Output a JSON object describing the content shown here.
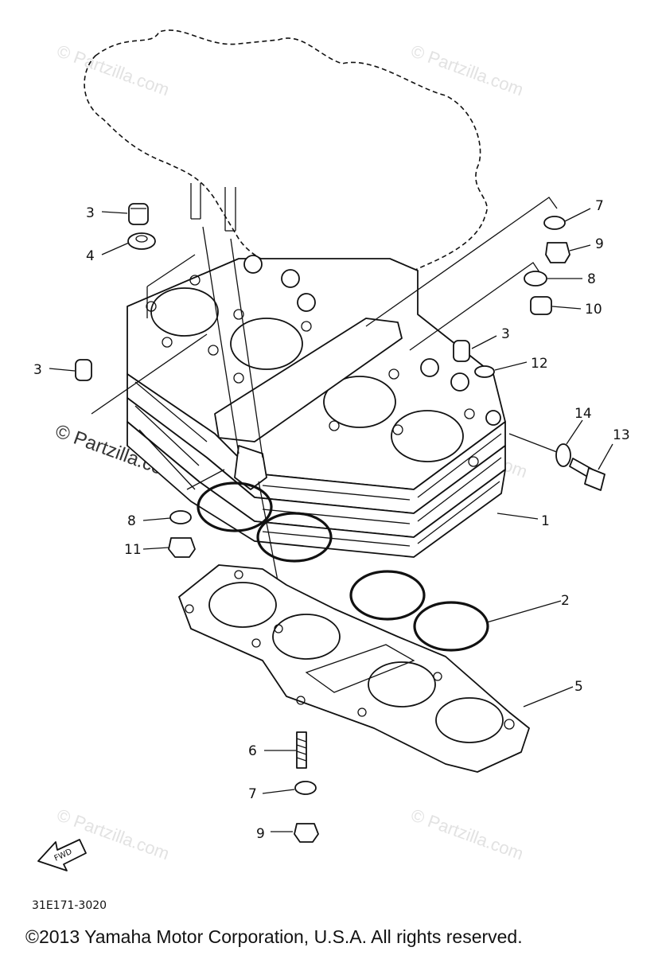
{
  "diagram": {
    "callouts": [
      {
        "label": "3"
      },
      {
        "label": "4"
      },
      {
        "label": "3"
      },
      {
        "label": "7"
      },
      {
        "label": "9"
      },
      {
        "label": "8"
      },
      {
        "label": "10"
      },
      {
        "label": "3"
      },
      {
        "label": "12"
      },
      {
        "label": "14"
      },
      {
        "label": "13"
      },
      {
        "label": "8"
      },
      {
        "label": "11"
      },
      {
        "label": "1"
      },
      {
        "label": "2"
      },
      {
        "label": "5"
      },
      {
        "label": "6"
      },
      {
        "label": "7"
      },
      {
        "label": "9"
      }
    ],
    "fwd_label": "FWD",
    "drawing_code": "31E171-3020"
  },
  "watermarks": [
    "© Partzilla.com",
    "© Partzilla.com",
    "© Partzilla.com",
    "© Partzilla.com",
    "© Partzilla.com",
    "© Partzilla.com"
  ],
  "footer": {
    "copyright": "©2013  Yamaha Motor Corporation, U.S.A. All rights reserved."
  }
}
